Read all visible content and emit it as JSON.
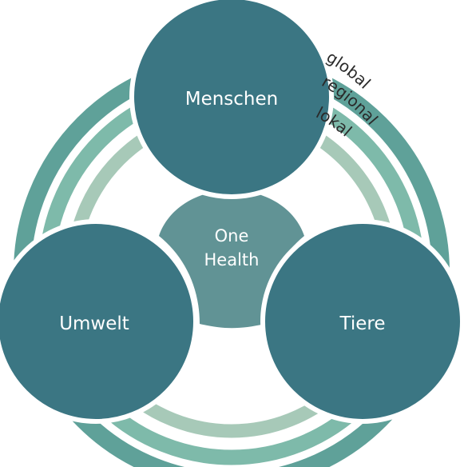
{
  "colors": {
    "node_fill": "#3b7683",
    "center_fill": "#619395",
    "ring_outer": "#5fa199",
    "ring_middle": "#7ebaaa",
    "ring_inner": "#a7c9b8",
    "background": "#ffffff",
    "label_dark": "#2a2a2a"
  },
  "center": {
    "label_line1": "One",
    "label_line2": "Health"
  },
  "nodes": {
    "menschen": {
      "label": "Menschen"
    },
    "umwelt": {
      "label": "Umwelt"
    },
    "tiere": {
      "label": "Tiere"
    }
  },
  "rings": {
    "outer": {
      "label": "global"
    },
    "middle": {
      "label": "regional"
    },
    "inner": {
      "label": "lokal"
    }
  }
}
